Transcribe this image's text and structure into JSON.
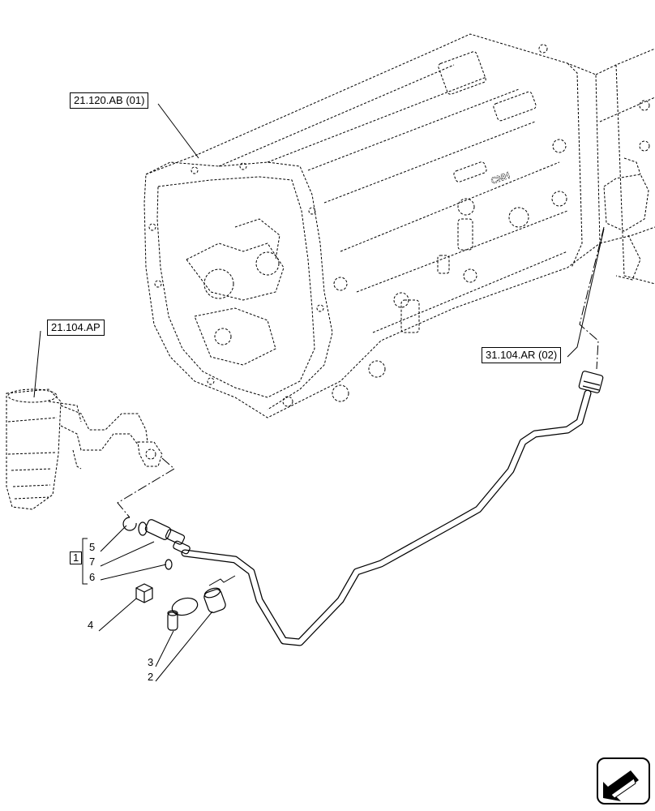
{
  "references": {
    "transmission": "21.120.AB (01)",
    "filter": "21.104.AP",
    "connection": "31.104.AR (02)"
  },
  "group": {
    "label": "1",
    "items": [
      "5",
      "7",
      "6"
    ]
  },
  "callouts": {
    "item_4": "4",
    "item_3": "3",
    "item_2": "2"
  },
  "housing_logo": "CNH",
  "nav_icon": "next-page-arrow-icon"
}
